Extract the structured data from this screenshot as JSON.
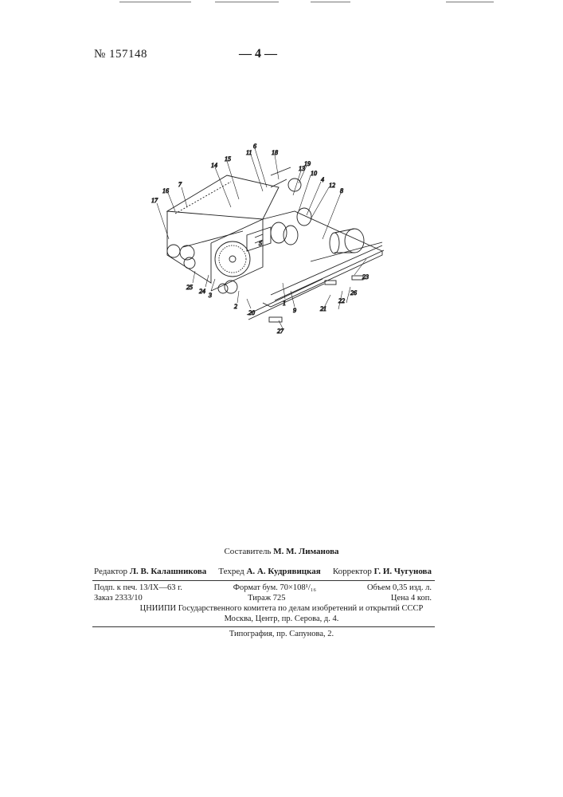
{
  "header": {
    "patent_number": "№ 157148",
    "page_number": "— 4 —"
  },
  "figure": {
    "labels": [
      "17",
      "16",
      "7",
      "15",
      "14",
      "11",
      "6",
      "18",
      "19",
      "13",
      "10",
      "4",
      "12",
      "8",
      "5",
      "23",
      "26",
      "22",
      "21",
      "27",
      "9",
      "1",
      "20",
      "2",
      "3",
      "24",
      "25"
    ]
  },
  "footer": {
    "compiler_prefix": "Составитель",
    "compiler_name": "М. М. Лиманова",
    "editor_prefix": "Редактор",
    "editor_name": "Л. В. Калашникова",
    "techred_prefix": "Техред",
    "techred_name": "А. А. Кудрявицкая",
    "corrector_prefix": "Корректор",
    "corrector_name": "Г. И. Чугунова",
    "signed": "Подп. к печ. 13/IX—63 г.",
    "format": "Формат бум. 70×108¹/₁₆",
    "volume": "Объем 0,35 изд. л.",
    "order": "Заказ 2333/10",
    "circulation": "Тираж 725",
    "price": "Цена 4 коп.",
    "institute": "ЦНИИПИ Государственного комитета по делам изобретений и открытий СССР",
    "address": "Москва, Центр, пр. Серова, д. 4.",
    "printing": "Типография, пр. Сапунова, 2."
  }
}
